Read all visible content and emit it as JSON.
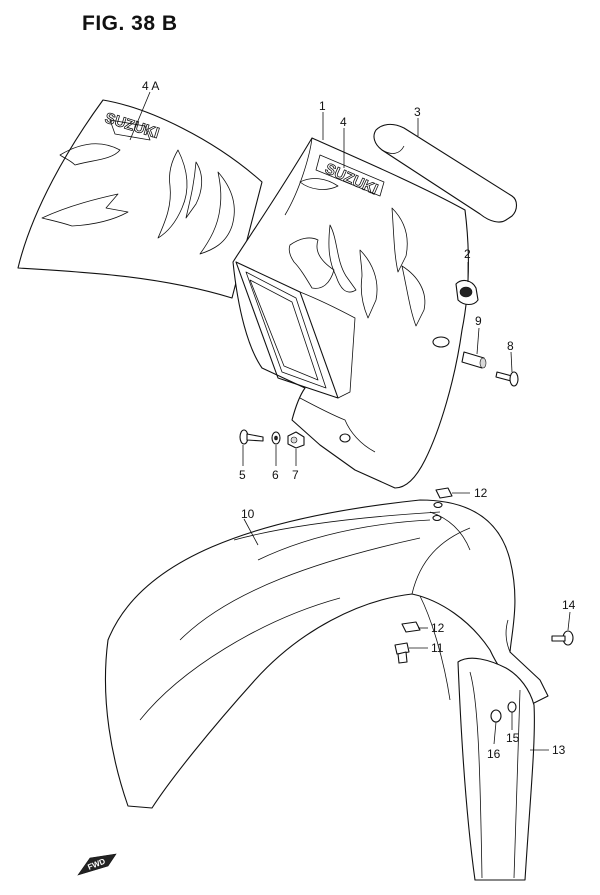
{
  "figure": {
    "title": "FIG. 38 B"
  },
  "brand_text": "SUZUKI",
  "fwd_mark": "FWD",
  "callouts": [
    {
      "id": "callout-4a",
      "label": "4 A"
    },
    {
      "id": "callout-1",
      "label": "1"
    },
    {
      "id": "callout-4",
      "label": "4"
    },
    {
      "id": "callout-3",
      "label": "3"
    },
    {
      "id": "callout-2",
      "label": "2"
    },
    {
      "id": "callout-9",
      "label": "9"
    },
    {
      "id": "callout-8",
      "label": "8"
    },
    {
      "id": "callout-5",
      "label": "5"
    },
    {
      "id": "callout-6",
      "label": "6"
    },
    {
      "id": "callout-7",
      "label": "7"
    },
    {
      "id": "callout-12a",
      "label": "12"
    },
    {
      "id": "callout-10",
      "label": "10"
    },
    {
      "id": "callout-12b",
      "label": "12"
    },
    {
      "id": "callout-11",
      "label": "11"
    },
    {
      "id": "callout-14",
      "label": "14"
    },
    {
      "id": "callout-15",
      "label": "15"
    },
    {
      "id": "callout-16",
      "label": "16"
    },
    {
      "id": "callout-13",
      "label": "13"
    }
  ]
}
